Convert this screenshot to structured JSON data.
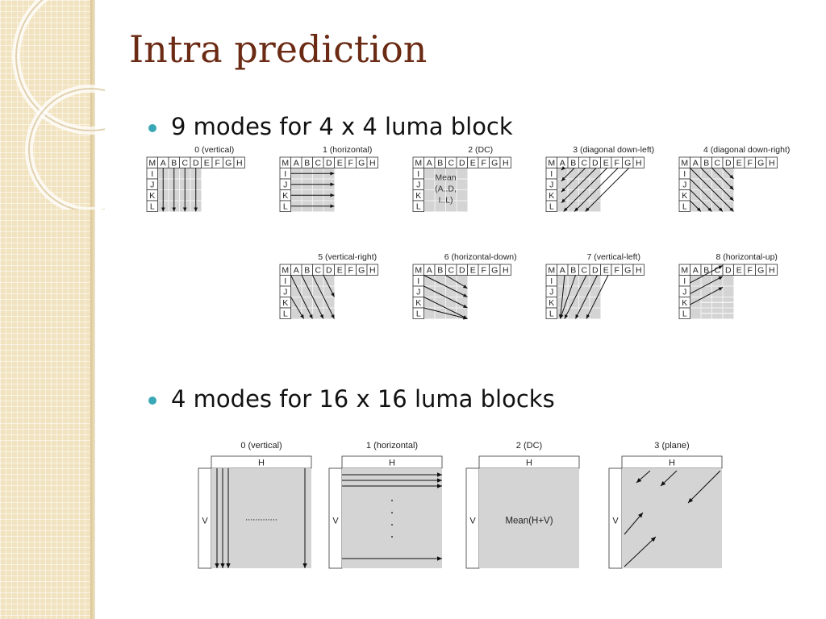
{
  "slide": {
    "title": "Intra prediction",
    "bullets": [
      "9 modes for 4 x 4 luma block",
      "4 modes for 16 x 16 luma blocks"
    ]
  },
  "grid_labels": {
    "top": [
      "M",
      "A",
      "B",
      "C",
      "D",
      "E",
      "F",
      "G",
      "H"
    ],
    "left": [
      "I",
      "J",
      "K",
      "L"
    ]
  },
  "modes4x4": [
    {
      "caption": "0 (vertical)"
    },
    {
      "caption": "1 (horizontal)"
    },
    {
      "caption": "2 (DC)",
      "inner_text": [
        "Mean",
        "(A..D,",
        "I..L)"
      ]
    },
    {
      "caption": "3 (diagonal down-left)"
    },
    {
      "caption": "4 (diagonal down-right)"
    },
    {
      "caption": "5 (vertical-right)"
    },
    {
      "caption": "6 (horizontal-down)"
    },
    {
      "caption": "7 (vertical-left)"
    },
    {
      "caption": "8 (horizontal-up)"
    }
  ],
  "modes16x16": [
    {
      "caption": "0 (vertical)",
      "top_label": "H",
      "side_label": "V",
      "inner_text": "............."
    },
    {
      "caption": "1 (horizontal)",
      "top_label": "H",
      "side_label": "V"
    },
    {
      "caption": "2 (DC)",
      "top_label": "H",
      "side_label": "V",
      "inner_text": "Mean(H+V)"
    },
    {
      "caption": "3 (plane)",
      "top_label": "H",
      "side_label": "V"
    }
  ]
}
